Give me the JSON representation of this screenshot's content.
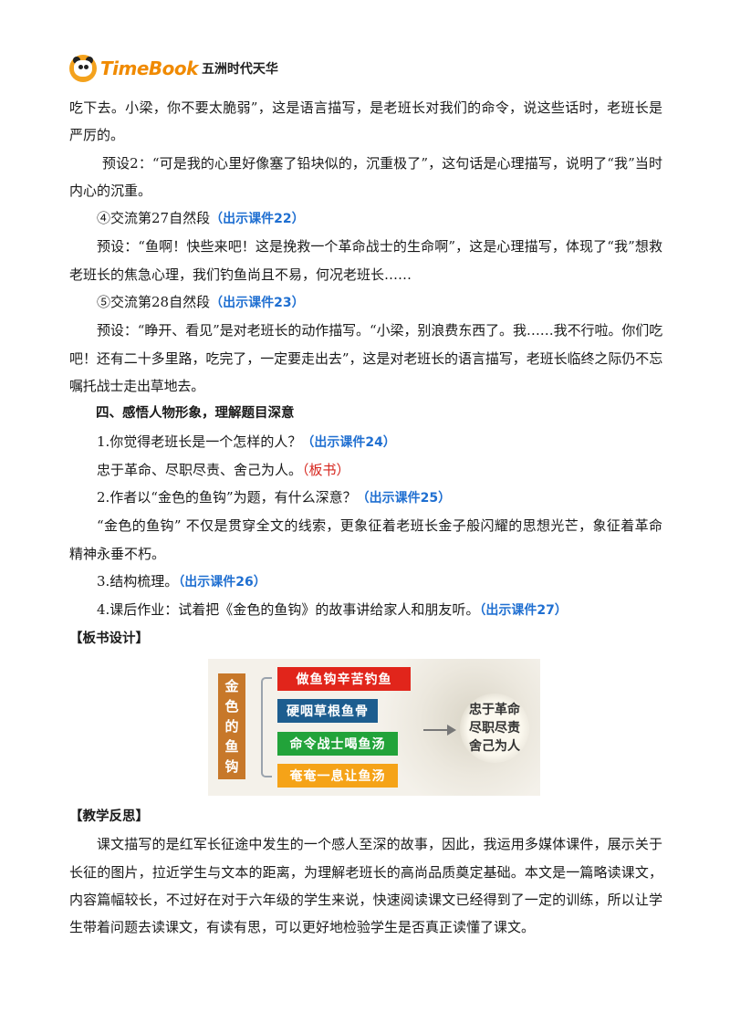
{
  "header": {
    "brand_en": "TimeBook",
    "brand_cn": "五洲时代天华"
  },
  "body": {
    "p1": "吃下去。小梁，你不要太脆弱”，这是语言描写，是老班长对我们的命令，说这些话时，老班长是严厉的。",
    "p2": "预设2：“可是我的心里好像塞了铅块似的，沉重极了”，这句话是心理描写，说明了“我”当时内心的沉重。",
    "p3_text": "④交流第27自然段",
    "p3_tag": "（出示课件22）",
    "p4": "预设：“鱼啊！快些来吧！这是挽救一个革命战士的生命啊”，这是心理描写，体现了“我”想救老班长的焦急心理，我们钓鱼尚且不易，何况老班长……",
    "p5_text": "⑤交流第28自然段",
    "p5_tag": "（出示课件23）",
    "p6": "预设：“睁开、看见”是对老班长的动作描写。“小梁，别浪费东西了。我……我不行啦。你们吃吧！还有二十多里路，吃完了，一定要走出去”，这是对老班长的语言描写，老班长临终之际仍不忘嘱托战士走出草地去。",
    "heading4": "四、感悟人物形象，理解题目深意",
    "q1_text": "1.你觉得老班长是一个怎样的人？",
    "q1_tag": "（出示课件24）",
    "a1_text": "忠于革命、尽职尽责、舍己为人。",
    "a1_tag": "（板书）",
    "q2_text": "2.作者以“金色的鱼钩”为题，有什么深意？",
    "q2_tag": "（出示课件25）",
    "a2": "“金色的鱼钩” 不仅是贯穿全文的线索，更象征着老班长金子般闪耀的思想光芒，象征着革命精神永垂不朽。",
    "q3_text": "3.结构梳理。",
    "q3_tag": "（出示课件26）",
    "q4_text": "4.课后作业：试着把《金色的鱼钩》的故事讲给家人和朋友听。",
    "q4_tag": "（出示课件27）",
    "board_heading": "【板书设计】"
  },
  "board": {
    "title_chars": [
      "金",
      "色",
      "的",
      "鱼",
      "钩"
    ],
    "items": [
      "做鱼钩辛苦钓鱼",
      "硬咽草根鱼骨",
      "命令战士喝鱼汤",
      "奄奄一息让鱼汤"
    ],
    "result": [
      "忠于革命",
      "尽职尽责",
      "舍己为人"
    ]
  },
  "reflection": {
    "heading": "【教学反思】",
    "text": "课文描写的是红军长征途中发生的一个感人至深的故事，因此，我运用多媒体课件，展示关于长征的图片，拉近学生与文本的距离，为理解老班长的高尚品质奠定基础。本文是一篇略读课文，内容篇幅较长，不过好在对于六年级的学生来说，快速阅读课文已经得到了一定的训练，所以让学生带着问题去读课文，有读有思，可以更好地检验学生是否真正读懂了课文。"
  },
  "colors": {
    "accent_blue": "#1f6fd1",
    "accent_red": "#d6261e",
    "brand_orange": "#f08a00"
  }
}
